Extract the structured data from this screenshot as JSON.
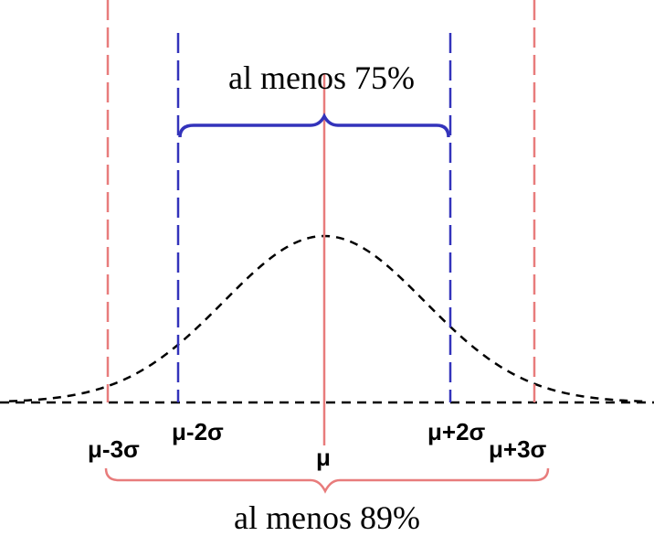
{
  "labels": {
    "inner_range": "al menos 75%",
    "outer_range": "al menos 89%",
    "mean": "μ",
    "minus_3_sigma": "μ-3σ",
    "minus_2_sigma": "μ-2σ",
    "plus_2_sigma": "μ+2σ",
    "plus_3_sigma": "μ+3σ"
  },
  "colors": {
    "blue": "#3333bb",
    "pink": "#e87c7c",
    "curve": "#000000"
  }
}
